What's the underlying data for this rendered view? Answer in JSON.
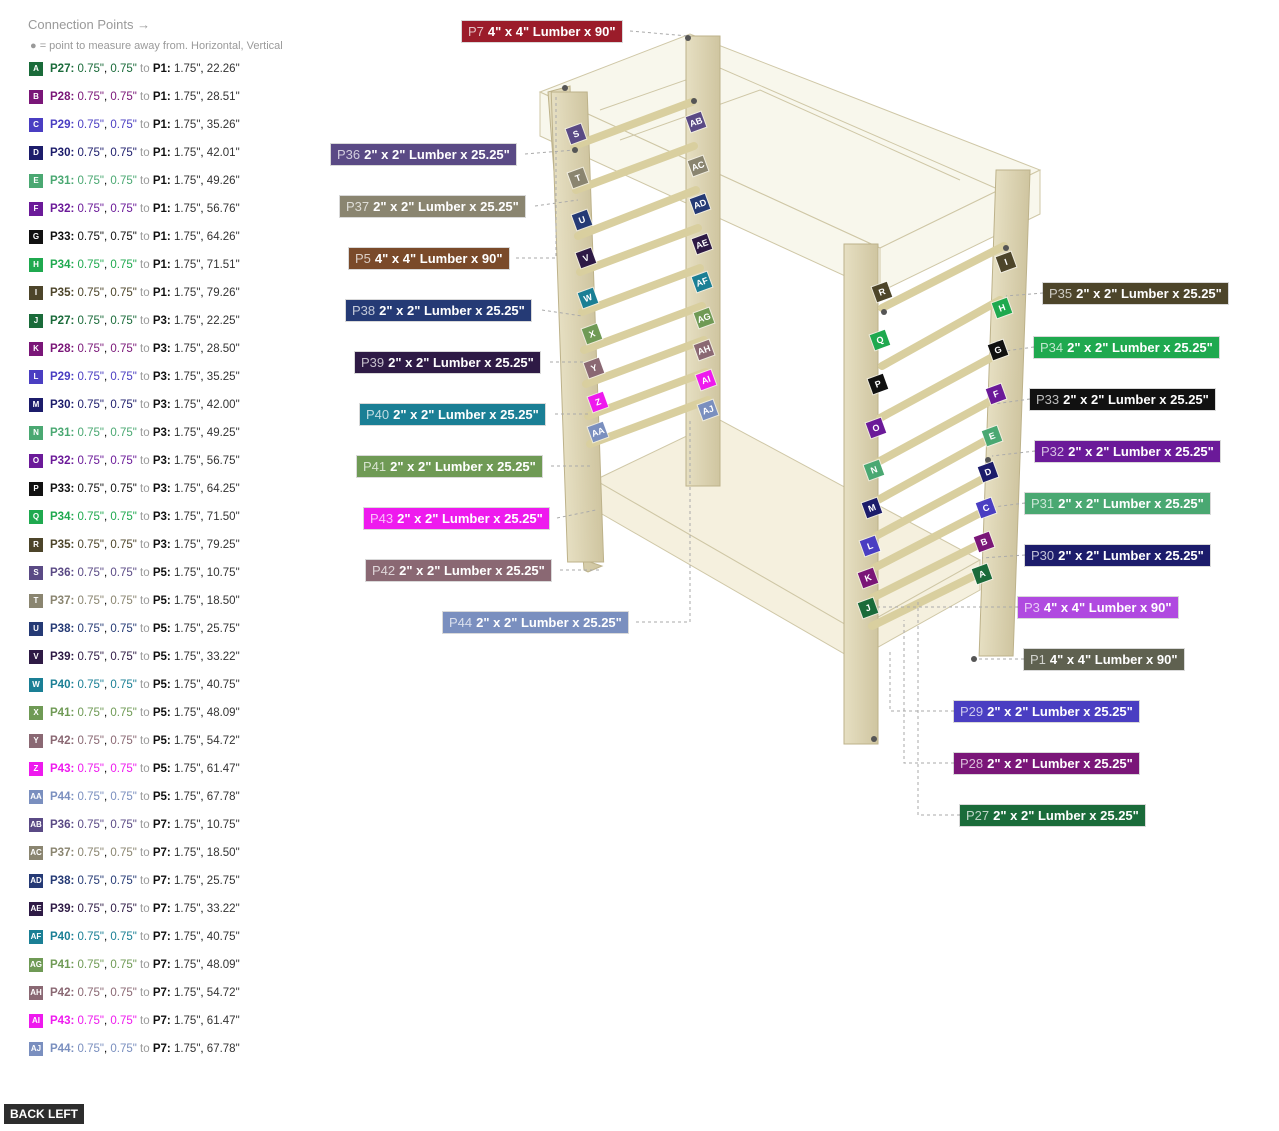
{
  "header": {
    "title": "Connection Points →",
    "legend": "● = point to measure away from. Horizontal, Vertical"
  },
  "connection_points": [
    {
      "badge": "A",
      "color": "#1a6b3a",
      "name": "P27:",
      "v1": "0.75\"",
      "v2": "0.75\"",
      "to": "to",
      "target": "P1:",
      "t1": "1.75\"",
      "t2": "22.26\""
    },
    {
      "badge": "B",
      "color": "#7a1678",
      "name": "P28:",
      "v1": "0.75\"",
      "v2": "0.75\"",
      "to": "to",
      "target": "P1:",
      "t1": "1.75\"",
      "t2": "28.51\""
    },
    {
      "badge": "C",
      "color": "#4a3ec2",
      "name": "P29:",
      "v1": "0.75\"",
      "v2": "0.75\"",
      "to": "to",
      "target": "P1:",
      "t1": "1.75\"",
      "t2": "35.26\""
    },
    {
      "badge": "D",
      "color": "#1c1c6b",
      "name": "P30:",
      "v1": "0.75\"",
      "v2": "0.75\"",
      "to": "to",
      "target": "P1:",
      "t1": "1.75\"",
      "t2": "42.01\""
    },
    {
      "badge": "E",
      "color": "#4aa872",
      "name": "P31:",
      "v1": "0.75\"",
      "v2": "0.75\"",
      "to": "to",
      "target": "P1:",
      "t1": "1.75\"",
      "t2": "49.26\""
    },
    {
      "badge": "F",
      "color": "#6b1a99",
      "name": "P32:",
      "v1": "0.75\"",
      "v2": "0.75\"",
      "to": "to",
      "target": "P1:",
      "t1": "1.75\"",
      "t2": "56.76\""
    },
    {
      "badge": "G",
      "color": "#111111",
      "name": "P33:",
      "v1": "0.75\"",
      "v2": "0.75\"",
      "to": "to",
      "target": "P1:",
      "t1": "1.75\"",
      "t2": "64.26\""
    },
    {
      "badge": "H",
      "color": "#1fa94f",
      "name": "P34:",
      "v1": "0.75\"",
      "v2": "0.75\"",
      "to": "to",
      "target": "P1:",
      "t1": "1.75\"",
      "t2": "71.51\""
    },
    {
      "badge": "I",
      "color": "#4d452a",
      "name": "P35:",
      "v1": "0.75\"",
      "v2": "0.75\"",
      "to": "to",
      "target": "P1:",
      "t1": "1.75\"",
      "t2": "79.26\""
    },
    {
      "badge": "J",
      "color": "#1a6b3a",
      "name": "P27:",
      "v1": "0.75\"",
      "v2": "0.75\"",
      "to": "to",
      "target": "P3:",
      "t1": "1.75\"",
      "t2": "22.25\""
    },
    {
      "badge": "K",
      "color": "#7a1678",
      "name": "P28:",
      "v1": "0.75\"",
      "v2": "0.75\"",
      "to": "to",
      "target": "P3:",
      "t1": "1.75\"",
      "t2": "28.50\""
    },
    {
      "badge": "L",
      "color": "#4a3ec2",
      "name": "P29:",
      "v1": "0.75\"",
      "v2": "0.75\"",
      "to": "to",
      "target": "P3:",
      "t1": "1.75\"",
      "t2": "35.25\""
    },
    {
      "badge": "M",
      "color": "#1c1c6b",
      "name": "P30:",
      "v1": "0.75\"",
      "v2": "0.75\"",
      "to": "to",
      "target": "P3:",
      "t1": "1.75\"",
      "t2": "42.00\""
    },
    {
      "badge": "N",
      "color": "#4aa872",
      "name": "P31:",
      "v1": "0.75\"",
      "v2": "0.75\"",
      "to": "to",
      "target": "P3:",
      "t1": "1.75\"",
      "t2": "49.25\""
    },
    {
      "badge": "O",
      "color": "#6b1a99",
      "name": "P32:",
      "v1": "0.75\"",
      "v2": "0.75\"",
      "to": "to",
      "target": "P3:",
      "t1": "1.75\"",
      "t2": "56.75\""
    },
    {
      "badge": "P",
      "color": "#111111",
      "name": "P33:",
      "v1": "0.75\"",
      "v2": "0.75\"",
      "to": "to",
      "target": "P3:",
      "t1": "1.75\"",
      "t2": "64.25\""
    },
    {
      "badge": "Q",
      "color": "#1fa94f",
      "name": "P34:",
      "v1": "0.75\"",
      "v2": "0.75\"",
      "to": "to",
      "target": "P3:",
      "t1": "1.75\"",
      "t2": "71.50\""
    },
    {
      "badge": "R",
      "color": "#4d452a",
      "name": "P35:",
      "v1": "0.75\"",
      "v2": "0.75\"",
      "to": "to",
      "target": "P3:",
      "t1": "1.75\"",
      "t2": "79.25\""
    },
    {
      "badge": "S",
      "color": "#5a4a85",
      "name": "P36:",
      "v1": "0.75\"",
      "v2": "0.75\"",
      "to": "to",
      "target": "P5:",
      "t1": "1.75\"",
      "t2": "10.75\""
    },
    {
      "badge": "T",
      "color": "#8a8570",
      "name": "P37:",
      "v1": "0.75\"",
      "v2": "0.75\"",
      "to": "to",
      "target": "P5:",
      "t1": "1.75\"",
      "t2": "18.50\""
    },
    {
      "badge": "U",
      "color": "#253a75",
      "name": "P38:",
      "v1": "0.75\"",
      "v2": "0.75\"",
      "to": "to",
      "target": "P5:",
      "t1": "1.75\"",
      "t2": "25.75\""
    },
    {
      "badge": "V",
      "color": "#2e1a45",
      "name": "P39:",
      "v1": "0.75\"",
      "v2": "0.75\"",
      "to": "to",
      "target": "P5:",
      "t1": "1.75\"",
      "t2": "33.22\""
    },
    {
      "badge": "W",
      "color": "#1a7f95",
      "name": "P40:",
      "v1": "0.75\"",
      "v2": "0.75\"",
      "to": "to",
      "target": "P5:",
      "t1": "1.75\"",
      "t2": "40.75\""
    },
    {
      "badge": "X",
      "color": "#6f9a55",
      "name": "P41:",
      "v1": "0.75\"",
      "v2": "0.75\"",
      "to": "to",
      "target": "P5:",
      "t1": "1.75\"",
      "t2": "48.09\""
    },
    {
      "badge": "Y",
      "color": "#8a6873",
      "name": "P42:",
      "v1": "0.75\"",
      "v2": "0.75\"",
      "to": "to",
      "target": "P5:",
      "t1": "1.75\"",
      "t2": "54.72\""
    },
    {
      "badge": "Z",
      "color": "#ee1aee",
      "name": "P43:",
      "v1": "0.75\"",
      "v2": "0.75\"",
      "to": "to",
      "target": "P5:",
      "t1": "1.75\"",
      "t2": "61.47\""
    },
    {
      "badge": "AA",
      "color": "#7a8fbf",
      "name": "P44:",
      "v1": "0.75\"",
      "v2": "0.75\"",
      "to": "to",
      "target": "P5:",
      "t1": "1.75\"",
      "t2": "67.78\""
    },
    {
      "badge": "AB",
      "color": "#5a4a85",
      "name": "P36:",
      "v1": "0.75\"",
      "v2": "0.75\"",
      "to": "to",
      "target": "P7:",
      "t1": "1.75\"",
      "t2": "10.75\""
    },
    {
      "badge": "AC",
      "color": "#8a8570",
      "name": "P37:",
      "v1": "0.75\"",
      "v2": "0.75\"",
      "to": "to",
      "target": "P7:",
      "t1": "1.75\"",
      "t2": "18.50\""
    },
    {
      "badge": "AD",
      "color": "#253a75",
      "name": "P38:",
      "v1": "0.75\"",
      "v2": "0.75\"",
      "to": "to",
      "target": "P7:",
      "t1": "1.75\"",
      "t2": "25.75\""
    },
    {
      "badge": "AE",
      "color": "#2e1a45",
      "name": "P39:",
      "v1": "0.75\"",
      "v2": "0.75\"",
      "to": "to",
      "target": "P7:",
      "t1": "1.75\"",
      "t2": "33.22\""
    },
    {
      "badge": "AF",
      "color": "#1a7f95",
      "name": "P40:",
      "v1": "0.75\"",
      "v2": "0.75\"",
      "to": "to",
      "target": "P7:",
      "t1": "1.75\"",
      "t2": "40.75\""
    },
    {
      "badge": "AG",
      "color": "#6f9a55",
      "name": "P41:",
      "v1": "0.75\"",
      "v2": "0.75\"",
      "to": "to",
      "target": "P7:",
      "t1": "1.75\"",
      "t2": "48.09\""
    },
    {
      "badge": "AH",
      "color": "#8a6873",
      "name": "P42:",
      "v1": "0.75\"",
      "v2": "0.75\"",
      "to": "to",
      "target": "P7:",
      "t1": "1.75\"",
      "t2": "54.72\""
    },
    {
      "badge": "AI",
      "color": "#ee1aee",
      "name": "P43:",
      "v1": "0.75\"",
      "v2": "0.75\"",
      "to": "to",
      "target": "P7:",
      "t1": "1.75\"",
      "t2": "61.47\""
    },
    {
      "badge": "AJ",
      "color": "#7a8fbf",
      "name": "P44:",
      "v1": "0.75\"",
      "v2": "0.75\"",
      "to": "to",
      "target": "P7:",
      "t1": "1.75\"",
      "t2": "67.78\""
    }
  ],
  "part_labels": [
    {
      "id": "P7",
      "text": "4\" x 4\" Lumber x 90\"",
      "color": "#9b1c2a"
    },
    {
      "id": "P36",
      "text": "2\" x 2\" Lumber x 25.25\"",
      "color": "#5a4a85"
    },
    {
      "id": "P37",
      "text": "2\" x 2\" Lumber x 25.25\"",
      "color": "#8a8570"
    },
    {
      "id": "P5",
      "text": "4\" x 4\" Lumber x 90\"",
      "color": "#7a4a2a"
    },
    {
      "id": "P38",
      "text": "2\" x 2\" Lumber x 25.25\"",
      "color": "#253a75"
    },
    {
      "id": "P39",
      "text": "2\" x 2\" Lumber x 25.25\"",
      "color": "#2e1a45"
    },
    {
      "id": "P40",
      "text": "2\" x 2\" Lumber x 25.25\"",
      "color": "#1a7f95"
    },
    {
      "id": "P41",
      "text": "2\" x 2\" Lumber x 25.25\"",
      "color": "#6f9a55"
    },
    {
      "id": "P43",
      "text": "2\" x 2\" Lumber x 25.25\"",
      "color": "#ee1aee"
    },
    {
      "id": "P42",
      "text": "2\" x 2\" Lumber x 25.25\"",
      "color": "#8a6873"
    },
    {
      "id": "P44",
      "text": "2\" x 2\" Lumber x 25.25\"",
      "color": "#7a8fbf"
    },
    {
      "id": "P35",
      "text": "2\" x 2\" Lumber x 25.25\"",
      "color": "#4d452a"
    },
    {
      "id": "P34",
      "text": "2\" x 2\" Lumber x 25.25\"",
      "color": "#1fa94f"
    },
    {
      "id": "P33",
      "text": "2\" x 2\" Lumber x 25.25\"",
      "color": "#111111"
    },
    {
      "id": "P32",
      "text": "2\" x 2\" Lumber x 25.25\"",
      "color": "#6b1a99"
    },
    {
      "id": "P31",
      "text": "2\" x 2\" Lumber x 25.25\"",
      "color": "#4aa872"
    },
    {
      "id": "P30",
      "text": "2\" x 2\" Lumber x 25.25\"",
      "color": "#1c1c6b"
    },
    {
      "id": "P3",
      "text": "4\" x 4\" Lumber x 90\"",
      "color": "#b04ae0"
    },
    {
      "id": "P1",
      "text": "4\" x 4\" Lumber x 90\"",
      "color": "#5f6150"
    },
    {
      "id": "P29",
      "text": "2\" x 2\" Lumber x 25.25\"",
      "color": "#4a3ec2"
    },
    {
      "id": "P28",
      "text": "2\" x 2\" Lumber x 25.25\"",
      "color": "#7a1678"
    },
    {
      "id": "P27",
      "text": "2\" x 2\" Lumber x 25.25\"",
      "color": "#1a6b3a"
    }
  ],
  "footer": {
    "back_label": "BACK LEFT"
  }
}
